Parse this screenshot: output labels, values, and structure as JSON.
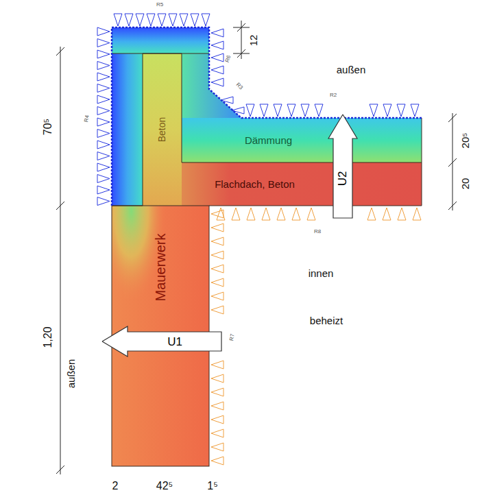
{
  "diagram": {
    "nodes": [
      {
        "text": [
          "Beton"
        ]
      },
      {
        "text": [
          "Dämmung"
        ]
      },
      {
        "text": [
          "Flachdach, Beton"
        ]
      },
      {
        "text": [
          "U2"
        ]
      },
      {
        "text": [
          "Mauerwerk"
        ]
      },
      {
        "text": [
          "U1"
        ]
      }
    ],
    "labels": [
      "außen",
      "innen",
      "beheizt",
      "R5",
      "R4",
      "R6",
      "R3",
      "R2",
      "R8",
      "R7",
      "12",
      "70⁵",
      "20⁵",
      "20",
      "1,20",
      "außen",
      "2",
      "42⁵",
      "1⁵"
    ]
  }
}
